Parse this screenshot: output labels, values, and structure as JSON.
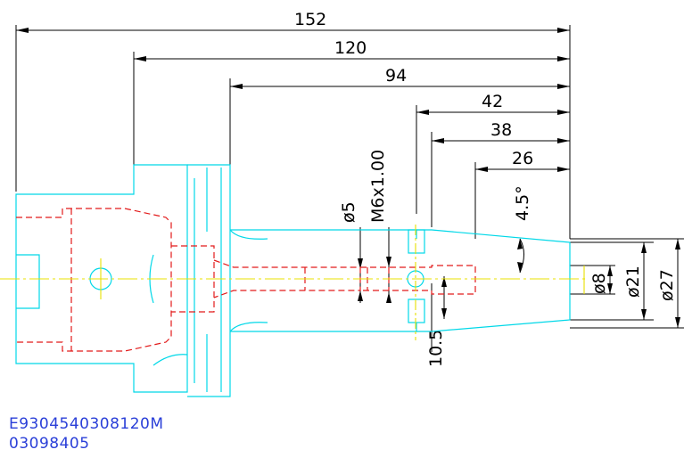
{
  "dimensions": {
    "d152": "152",
    "d120": "120",
    "d94": "94",
    "d42": "42",
    "d38": "38",
    "d26": "26",
    "phi5": "ø5",
    "thread": "M6x1.00",
    "angle": "4.5°",
    "phi8": "ø8",
    "phi21": "ø21",
    "phi27": "ø27",
    "d10_5": "10.5"
  },
  "codes": {
    "line1": "E9304540308120M",
    "line2": "03098405"
  },
  "colors": {
    "outline": "#00d8e8",
    "hidden": "#e21a1a",
    "centerline": "#e8e000",
    "dimension": "#000000",
    "code_text": "#2a3fd8"
  }
}
